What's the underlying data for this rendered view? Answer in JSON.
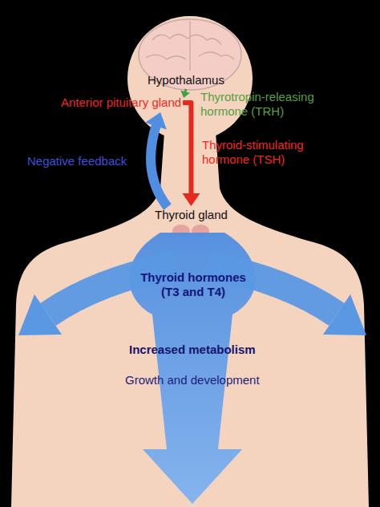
{
  "diagram": {
    "nodes": [
      {
        "text": [
          "Hypothalamus"
        ]
      },
      {
        "text": [
          "Anterior pituitary gland"
        ]
      },
      {
        "text": [
          "Thyroid gland"
        ]
      }
    ],
    "edges": [
      {
        "from": 0,
        "to": 1,
        "label": "Thyrotropin-releasing hormone (TRH)",
        "arrow": "to"
      },
      {
        "from": 1,
        "to": 2,
        "label": "Thyroid-stimulating hormone (TSH)",
        "arrow": "to"
      },
      {
        "from": 2,
        "to": 1,
        "label": "Negative feedback",
        "arrow": "to"
      }
    ],
    "labels": [
      "Thyroid hormones (T3 and T4)",
      "Increased metabolism",
      "Growth and development"
    ]
  }
}
